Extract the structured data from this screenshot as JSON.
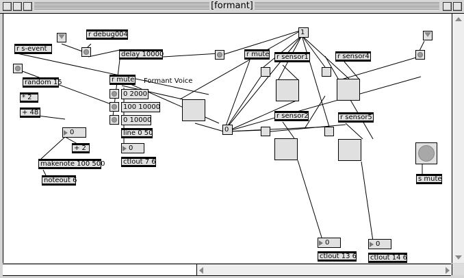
{
  "window": {
    "title": "[formant]"
  },
  "patch": {
    "receive_debug": "r debug004",
    "receive_event": "r s-event",
    "random": "random 15",
    "mul": "* 2",
    "add48": "+ 48",
    "num_note": "0",
    "add2": "+ 2",
    "makenote": "makenote 100 500",
    "noteout": "noteout 6",
    "delay": "delay 10000",
    "receive_mute_left": "r mute",
    "comment": "Formant Voice",
    "msg_1": "0 2000",
    "msg_2": "100 10000",
    "msg_3": "0 10000",
    "line": "line 0 50",
    "num_line": "0",
    "ctlout7": "ctlout 7 6",
    "receive_mute": "r mute",
    "receive_sensor1": "r sensor1",
    "receive_sensor2": "r sensor2",
    "receive_sensor4": "r sensor4",
    "receive_sensor5": "r sensor5",
    "msg_one": "1",
    "msg_zero": "0",
    "num_13": "0",
    "ctlout13": "ctlout 13 6",
    "num_14": "0",
    "ctlout14": "ctlout 14 6",
    "send_mute": "s mute"
  }
}
